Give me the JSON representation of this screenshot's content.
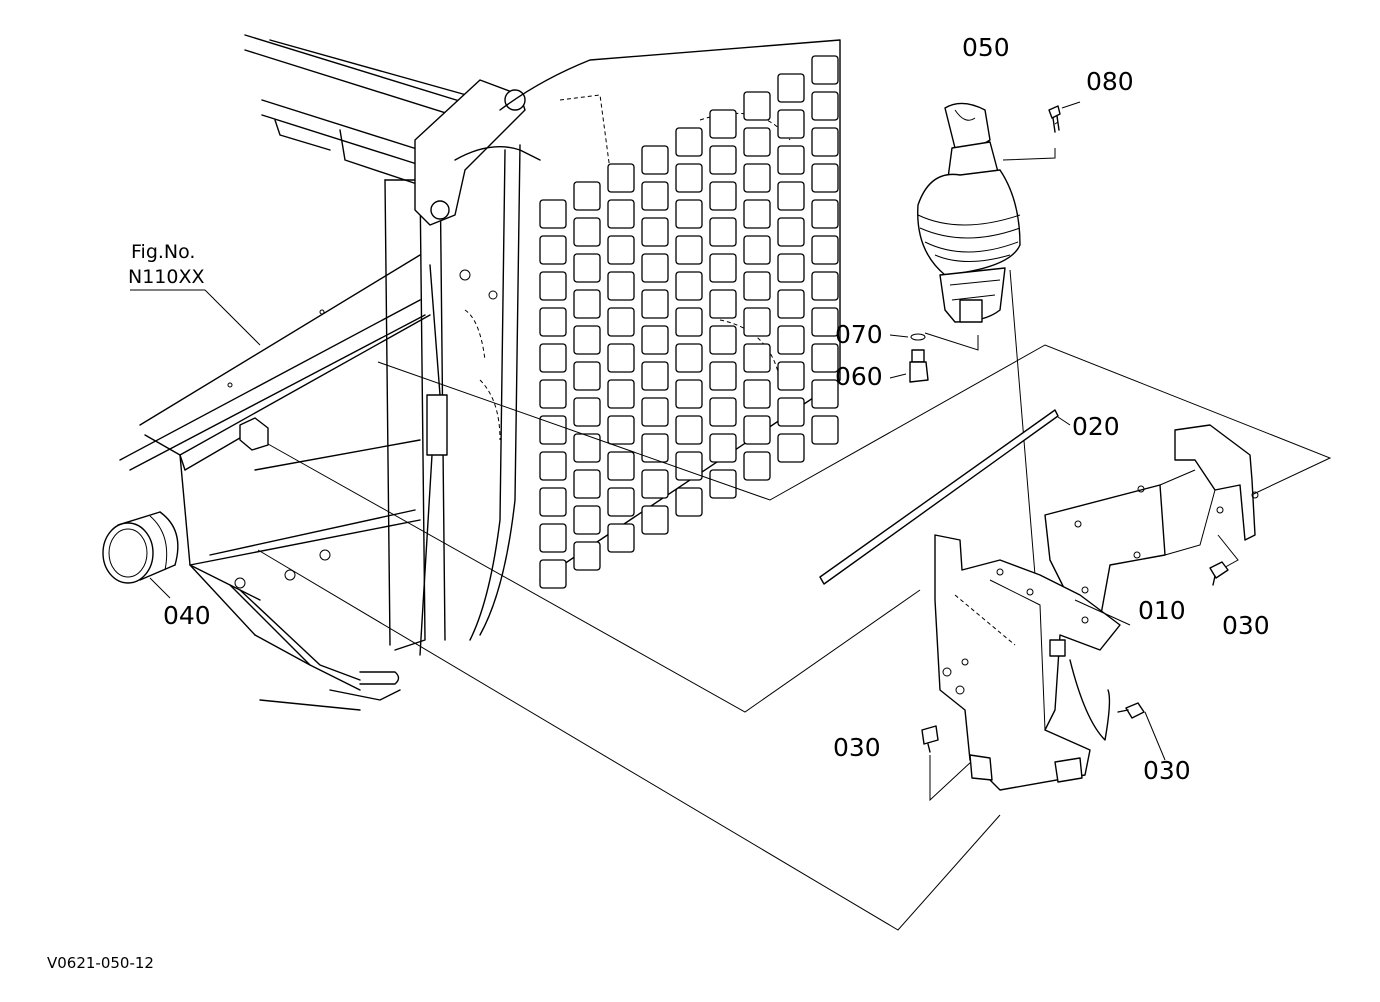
{
  "figure_reference": {
    "line1": "Fig.No.",
    "line2": "N110XX"
  },
  "drawing_code": "V0621-050-12",
  "part_labels": {
    "p010": "010",
    "p020": "020",
    "p030_right": "030",
    "p030_left": "030",
    "p030_lower": "030",
    "p040": "040",
    "p050": "050",
    "p060": "060",
    "p070": "070",
    "p080": "080"
  },
  "colors": {
    "line": "#000000",
    "background": "#ffffff"
  }
}
